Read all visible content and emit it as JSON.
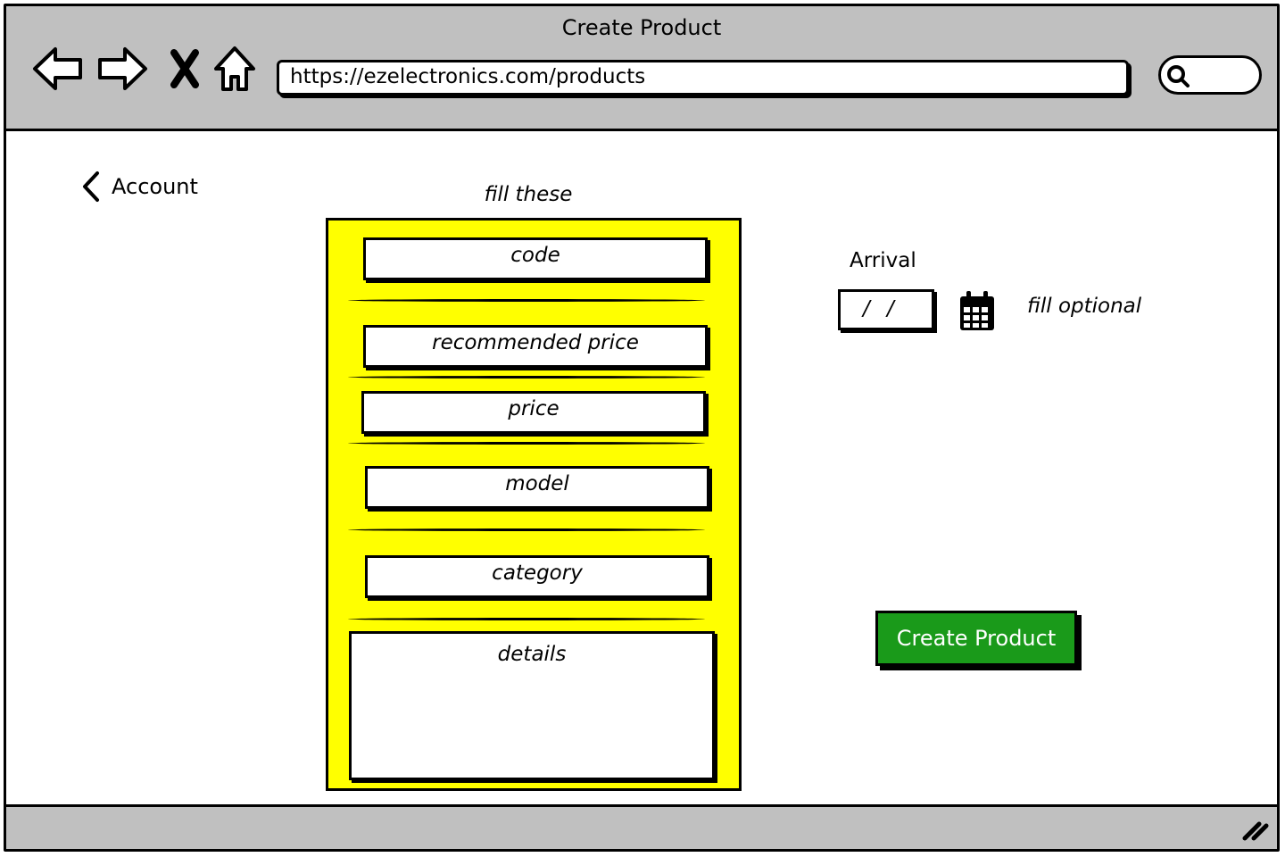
{
  "window": {
    "title": "Create Product",
    "url": "https://ezelectronics.com/products"
  },
  "nav": {
    "back_icon": "back-arrow-icon",
    "forward_icon": "forward-arrow-icon",
    "stop_icon": "close-icon",
    "home_icon": "home-icon",
    "search_icon": "search-icon"
  },
  "page": {
    "back_link_label": "Account",
    "form_caption": "fill these",
    "fields": {
      "code": "code",
      "recommended_price": "recommended price",
      "price": "price",
      "model": "model",
      "category": "category",
      "details": "details"
    },
    "arrival": {
      "label": "Arrival",
      "date_value": "/ /",
      "note": "fill optional"
    },
    "submit_label": "Create Product"
  },
  "colors": {
    "panel_yellow": "#ffff00",
    "button_green": "#1a9a1a",
    "chrome_gray": "#c0c0c0"
  }
}
